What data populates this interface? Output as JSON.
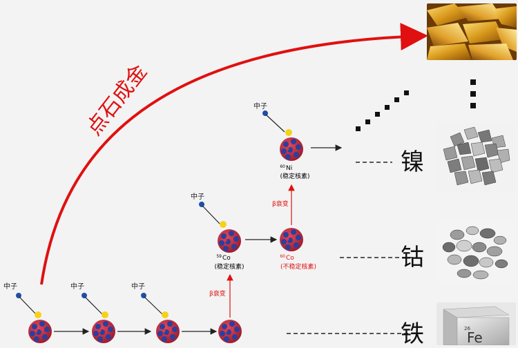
{
  "title_arrow_text": "点石成金",
  "neutron_label": "中子",
  "beta_decay_label": "β衰变",
  "nuclides": {
    "co59": {
      "mass": "59",
      "symbol": "Co",
      "note": "(稳定核素)"
    },
    "co60": {
      "mass": "60",
      "symbol": "Co",
      "note": "(不稳定核素)"
    },
    "ni60": {
      "mass": "60",
      "symbol": "Ni",
      "note": "(稳定核素)"
    }
  },
  "elements": {
    "nickel": "镍",
    "cobalt": "钴",
    "iron": "铁"
  },
  "iron_cube": {
    "number": "26",
    "symbol": "Fe"
  },
  "colors": {
    "arrow_red": "#e01010",
    "nucleus_red": "#c8283a",
    "nucleus_blue": "#2a3fa0",
    "neutron_blue": "#1f4fa8",
    "electron_yellow": "#f4d21a"
  }
}
